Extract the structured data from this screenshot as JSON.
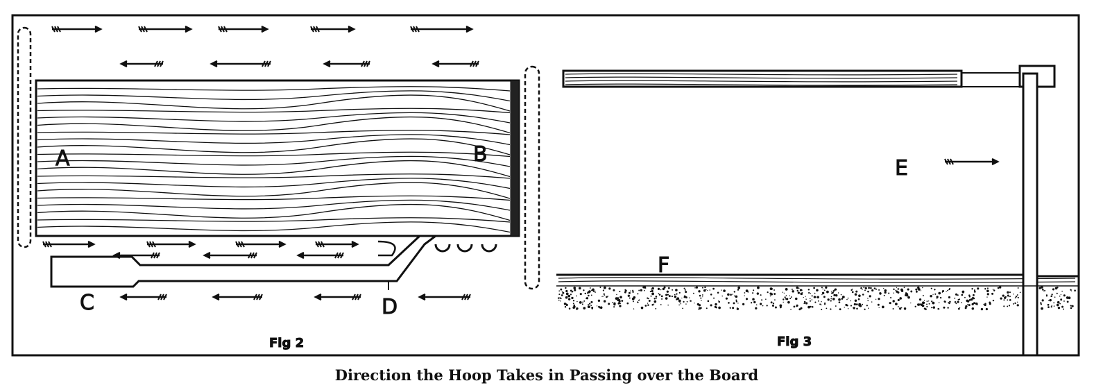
{
  "caption": "Direction the Hoop Takes in Passing over the Board",
  "figures": [
    {
      "title": "Fig 2",
      "labels": [
        "A",
        "B",
        "C",
        "D"
      ]
    },
    {
      "title": "Fig 3",
      "labels": [
        "E",
        "F"
      ]
    }
  ],
  "colors": {
    "ink": "#111111",
    "paper": "#ffffff"
  }
}
